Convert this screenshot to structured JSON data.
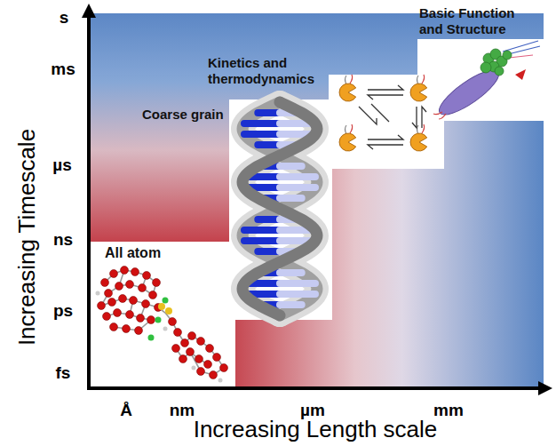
{
  "diagram": {
    "nodes": [
      {
        "text": [
          "All atom"
        ]
      },
      {
        "text": [
          "Coarse grain"
        ]
      },
      {
        "text": [
          "Kinetics and thermodynamics"
        ]
      },
      {
        "text": [
          "Basic Function and Structure"
        ]
      }
    ],
    "labels": [
      "s",
      "ms",
      "µs",
      "ns",
      "ps",
      "fs",
      "Å",
      "nm",
      "µm",
      "mm",
      "Increasing Timescale",
      "Increasing Length scale"
    ]
  }
}
